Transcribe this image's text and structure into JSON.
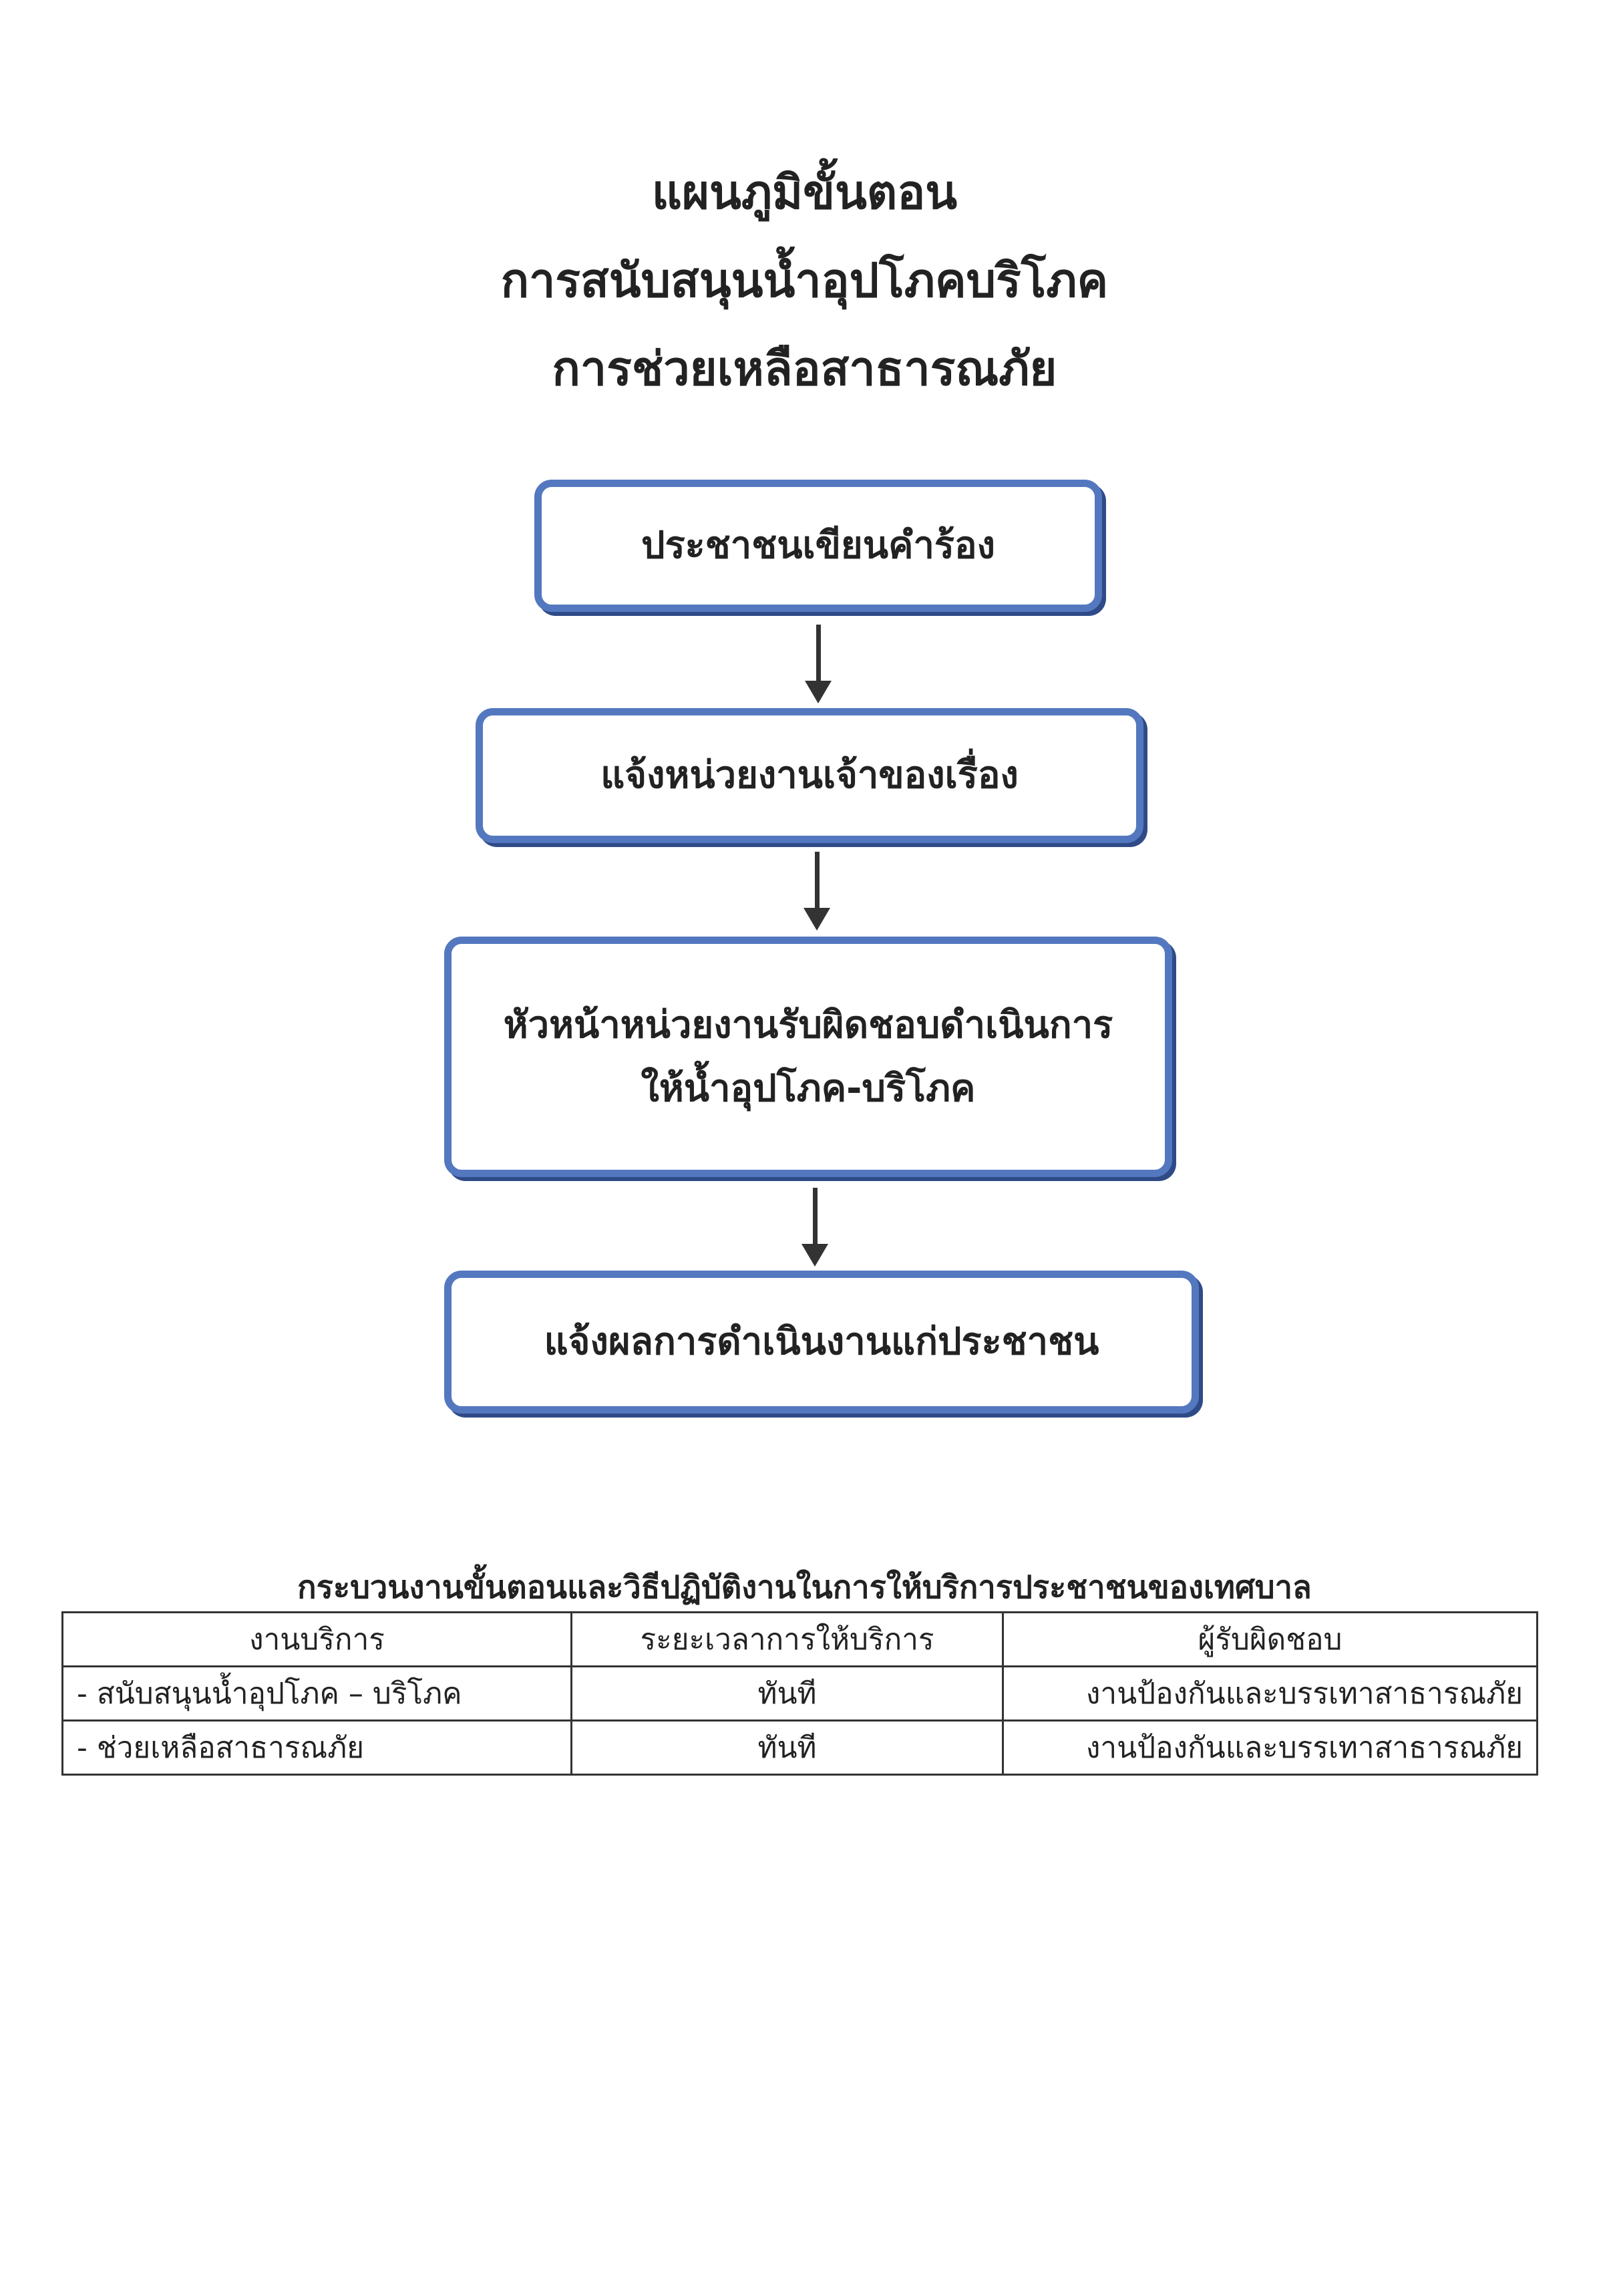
{
  "title_lines": [
    "แผนภูมิขั้นตอน",
    "การสนับสนุนน้ำอุปโภคบริโภค",
    "การช่วยเหลือสาธารณภัย"
  ],
  "flow_steps": [
    {
      "lines": [
        "ประชาชนเขียนคำร้อง"
      ]
    },
    {
      "lines": [
        "แจ้งหน่วยงานเจ้าของเรื่อง"
      ]
    },
    {
      "lines": [
        "หัวหน้าหน่วยงานรับผิดชอบดำเนินการ",
        "ให้น้ำอุปโภค-บริโภค"
      ]
    },
    {
      "lines": [
        "แจ้งผลการดำเนินงานแก่ประชาชน"
      ]
    }
  ],
  "table": {
    "caption": "กระบวนงานขั้นตอนและวิธีปฏิบัติงานในการให้บริการประชาชนของเทศบาล",
    "headers": [
      "งานบริการ",
      "ระยะเวลาการให้บริการ",
      "ผู้รับผิดชอบ"
    ],
    "rows": [
      [
        "- สนับสนุนน้ำอุปโภค – บริโภค",
        "ทันที",
        "งานป้องกันและบรรเทาสาธารณภัย"
      ],
      [
        "- ช่วยเหลือสาธารณภัย",
        "ทันที",
        "งานป้องกันและบรรเทาสาธารณภัย"
      ]
    ]
  },
  "colors": {
    "box_border": "#5478bf",
    "box_shadow": "#2f4b87",
    "arrow": "#333333"
  }
}
